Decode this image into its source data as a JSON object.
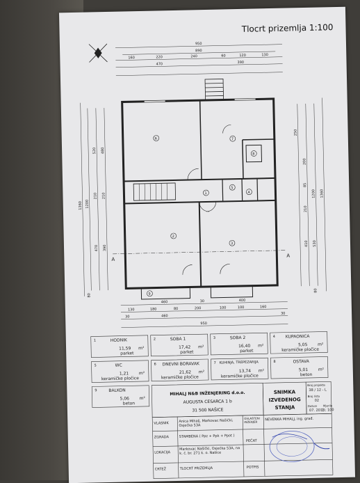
{
  "title": "Tlocrt prizemlja 1:100",
  "dims": {
    "top_total": "950",
    "top_890": "890",
    "top_row": [
      "160",
      "220",
      "240",
      "60",
      "120",
      "130"
    ],
    "top_470": "470",
    "top_390": "390",
    "bottom_row1": [
      "460",
      "30",
      "400"
    ],
    "bottom_row2": [
      "130",
      "180",
      "80",
      "200",
      "100",
      "100",
      "160"
    ],
    "bottom_row3": [
      "30",
      "460",
      "30"
    ],
    "bottom_total": "950",
    "left": [
      "1360",
      "1200",
      "520",
      "480",
      "210",
      "210",
      "470",
      "390",
      "80"
    ],
    "right": [
      "250",
      "200",
      "85",
      "210",
      "410",
      "530",
      "1200",
      "1360",
      "80"
    ],
    "section": "A"
  },
  "rooms_plan": [
    "1",
    "2",
    "3",
    "4",
    "5",
    "6",
    "7",
    "8",
    "9"
  ],
  "rooms": [
    {
      "num": "1",
      "name": "HODNIK",
      "area": "11,59",
      "unit": "m²",
      "floor": "parket"
    },
    {
      "num": "2",
      "name": "SOBA 1",
      "area": "17,42",
      "unit": "m²",
      "floor": "parket"
    },
    {
      "num": "3",
      "name": "SOBA 2",
      "area": "16,40",
      "unit": "m²",
      "floor": "parket"
    },
    {
      "num": "4",
      "name": "KUPAONICA",
      "area": "5,05",
      "unit": "m²",
      "floor": "keramičke pločice"
    },
    {
      "num": "5",
      "name": "WC",
      "area": "1,21",
      "unit": "m²",
      "floor": "keramičke pločice"
    },
    {
      "num": "6",
      "name": "DNEVNI BORAVAK",
      "area": "21,62",
      "unit": "m²",
      "floor": "keramičke pločice"
    },
    {
      "num": "7",
      "name": "KUHINJA, TREPEZARIJA",
      "area": "13,74",
      "unit": "m²",
      "floor": "keramičke pločice"
    },
    {
      "num": "8",
      "name": "OSTAVA",
      "area": "5,01",
      "unit": "m²",
      "floor": "beton"
    },
    {
      "num": "9",
      "name": "BALKON",
      "area": "5,06",
      "unit": "m²",
      "floor": "beton"
    }
  ],
  "company": {
    "name": "MIHALJ N&B INŽENJERING d.o.o.",
    "address": "AUGUSTA CESARCA 1 b",
    "city": "31 500 NAŠICE"
  },
  "doc": {
    "line1": "SNIMKA",
    "line2": "IZVEDENOG",
    "line3": "STANJA"
  },
  "meta": {
    "broj_label": "Broj projekta",
    "broj": "38 / 12 - L",
    "list_label": "Broj lista",
    "list": "02",
    "datum_label": "Datum",
    "datum": "07. 2013.",
    "mjerilo_label": "Mjerilo",
    "mjerilo": "1 : 100"
  },
  "titleblock": {
    "vlasnik_label": "VLASNIK",
    "vlasnik": "Anica Mihalj, Markovac Našički, Osječka 53A",
    "zgrada_label": "ZGRADA",
    "zgrada": "STAMBENA ( Ppz + Ppk + Ppot )",
    "lokacija_label": "LOKACIJA",
    "lokacija": "Markovac Našički, Osječka 53A, na k. č. br. 271 k. o. Našice",
    "crtez_label": "CRTEŽ",
    "crtez": "TLOCRT PRIZEMLJA",
    "ovlasteni_label": "OVLAŠTENI INŽENJER",
    "ovlasteni": "NEVENKA MIHALJ, ing. građ.",
    "pecat_label": "PEČAT",
    "potpis_label": "POTPIS"
  }
}
